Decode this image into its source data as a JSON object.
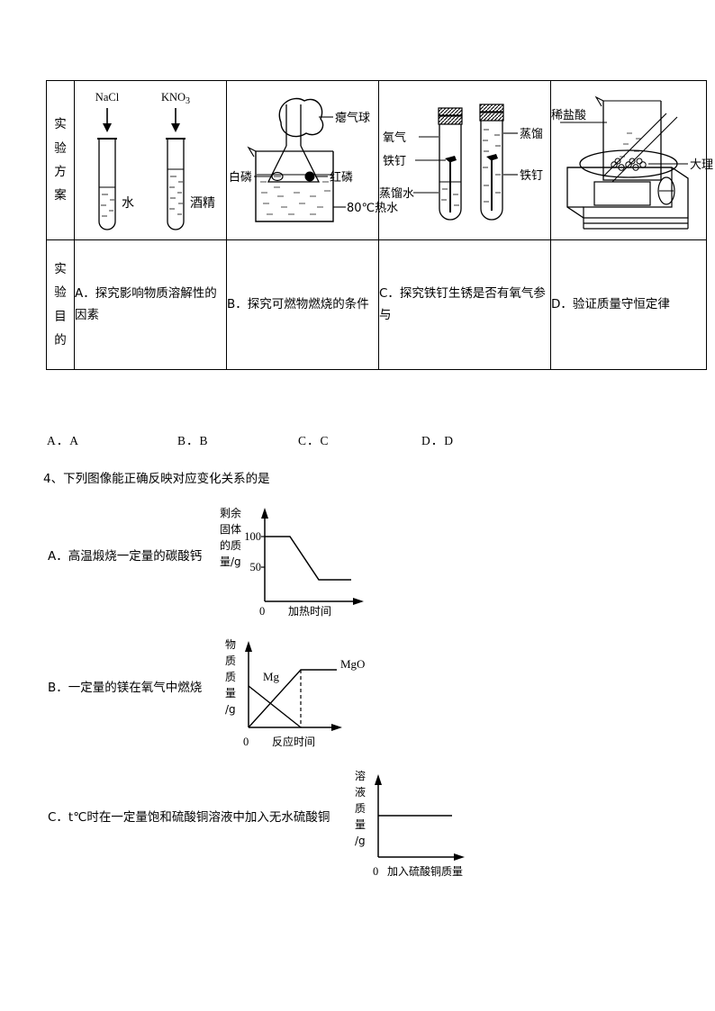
{
  "table": {
    "row_headers": [
      "实验方案",
      "实验目的"
    ],
    "scheme_figures": [
      {
        "name": "dissolution-test-tubes",
        "labels": [
          "NaCl",
          "KNO",
          "3",
          "水",
          "酒精"
        ]
      },
      {
        "name": "combustion-flask-balloon",
        "labels": [
          "瘪气球",
          "白磷",
          "红磷",
          "80℃热水"
        ]
      },
      {
        "name": "iron-nail-rust-tubes",
        "labels": [
          "氧气",
          "铁钉",
          "蒸馏水",
          "蒸馏",
          "铁钉"
        ]
      },
      {
        "name": "mass-conservation-balance",
        "labels": [
          "稀盐酸",
          "大理"
        ]
      }
    ],
    "goals": [
      "A．探究影响物质溶解性的因素",
      "B．探究可燃物燃烧的条件",
      "C．探究铁钉生锈是否有氧气参与",
      "D．验证质量守恒定律"
    ]
  },
  "answer_row": {
    "a": "A．A",
    "b": "B．B",
    "c": "C．C",
    "d": "D．D"
  },
  "question4": {
    "text": "4、下列图像能正确反映对应变化关系的是",
    "options": [
      {
        "label": "A．高温煅烧一定量的碳酸钙"
      },
      {
        "label": "B．一定量的镁在氧气中燃烧"
      },
      {
        "label": "C．t℃时在一定量饱和硫酸铜溶液中加入无水硫酸铜"
      }
    ]
  },
  "chart_data": [
    {
      "type": "line",
      "id": "chart-a",
      "title": "",
      "ylabel_chars": [
        "剩",
        "余",
        "固",
        "体",
        "的",
        "质",
        "量",
        "/g"
      ],
      "ylabel": "剩余固体的质量/g",
      "xlabel": "加热时间",
      "origin_label": "0",
      "yticks": [
        100,
        50
      ],
      "x": [
        0,
        0.28,
        0.62,
        1.0
      ],
      "y": [
        100,
        100,
        44,
        44
      ],
      "grid": false,
      "legend": "none",
      "description": "高温煅烧碳酸钙：固体质量先不变，后下降，再保持不变"
    },
    {
      "type": "line",
      "id": "chart-b",
      "title": "",
      "ylabel_chars": [
        "物",
        "质",
        "质",
        "量",
        "/g"
      ],
      "ylabel": "物质质量/g",
      "xlabel": "反应时间",
      "origin_label": "0",
      "yticks": [],
      "series": [
        {
          "name": "Mg",
          "x": [
            0,
            0.62
          ],
          "y": [
            62,
            0
          ]
        },
        {
          "name": "MgO",
          "x": [
            0,
            0.62,
            1.0
          ],
          "y": [
            0,
            88,
            88
          ]
        }
      ],
      "grid": false,
      "legend": "inline",
      "description": "镁在氧气中燃烧：Mg 质量递减至零，MgO 质量递增后保持不变"
    },
    {
      "type": "line",
      "id": "chart-c",
      "title": "",
      "ylabel_chars": [
        "溶",
        "液",
        "质",
        "量",
        "/g"
      ],
      "ylabel": "溶液质量/g",
      "xlabel": "加入硫酸铜质量",
      "origin_label": "0",
      "yticks": [],
      "x": [
        0,
        1.0
      ],
      "y": [
        55,
        55
      ],
      "grid": false,
      "legend": "none",
      "description": "饱和硫酸铜溶液中加入无水硫酸铜：溶液质量保持不变（水平直线）"
    }
  ]
}
